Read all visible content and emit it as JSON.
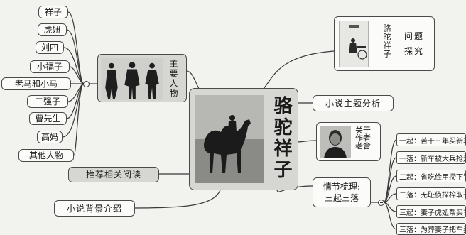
{
  "center": {
    "title": "骆驼祥子"
  },
  "characters": {
    "label": "主要人物",
    "items": [
      "祥子",
      "虎妞",
      "刘四",
      "小福子",
      "老马和小马",
      "二强子",
      "曹先生",
      "高妈",
      "其他人物"
    ]
  },
  "question": {
    "title_vertical": "骆驼祥子",
    "label": "问题探究"
  },
  "theme": {
    "label": "小说主题分析"
  },
  "author": {
    "label": "关于作者老舍"
  },
  "plot": {
    "label_line1": "情节梳理:",
    "label_line2": "三起三落",
    "items": [
      "一起：苦干三年买新车",
      "一落：新车被大兵抢走",
      "二起：省吃俭用攒下钱",
      "二落：无耻侦探榨取干",
      "三起：妻子虎妞帮买车",
      "三落：为葬妻子把车卖"
    ]
  },
  "reading": {
    "label": "推荐相关阅读"
  },
  "background": {
    "label": "小说背景介绍"
  }
}
